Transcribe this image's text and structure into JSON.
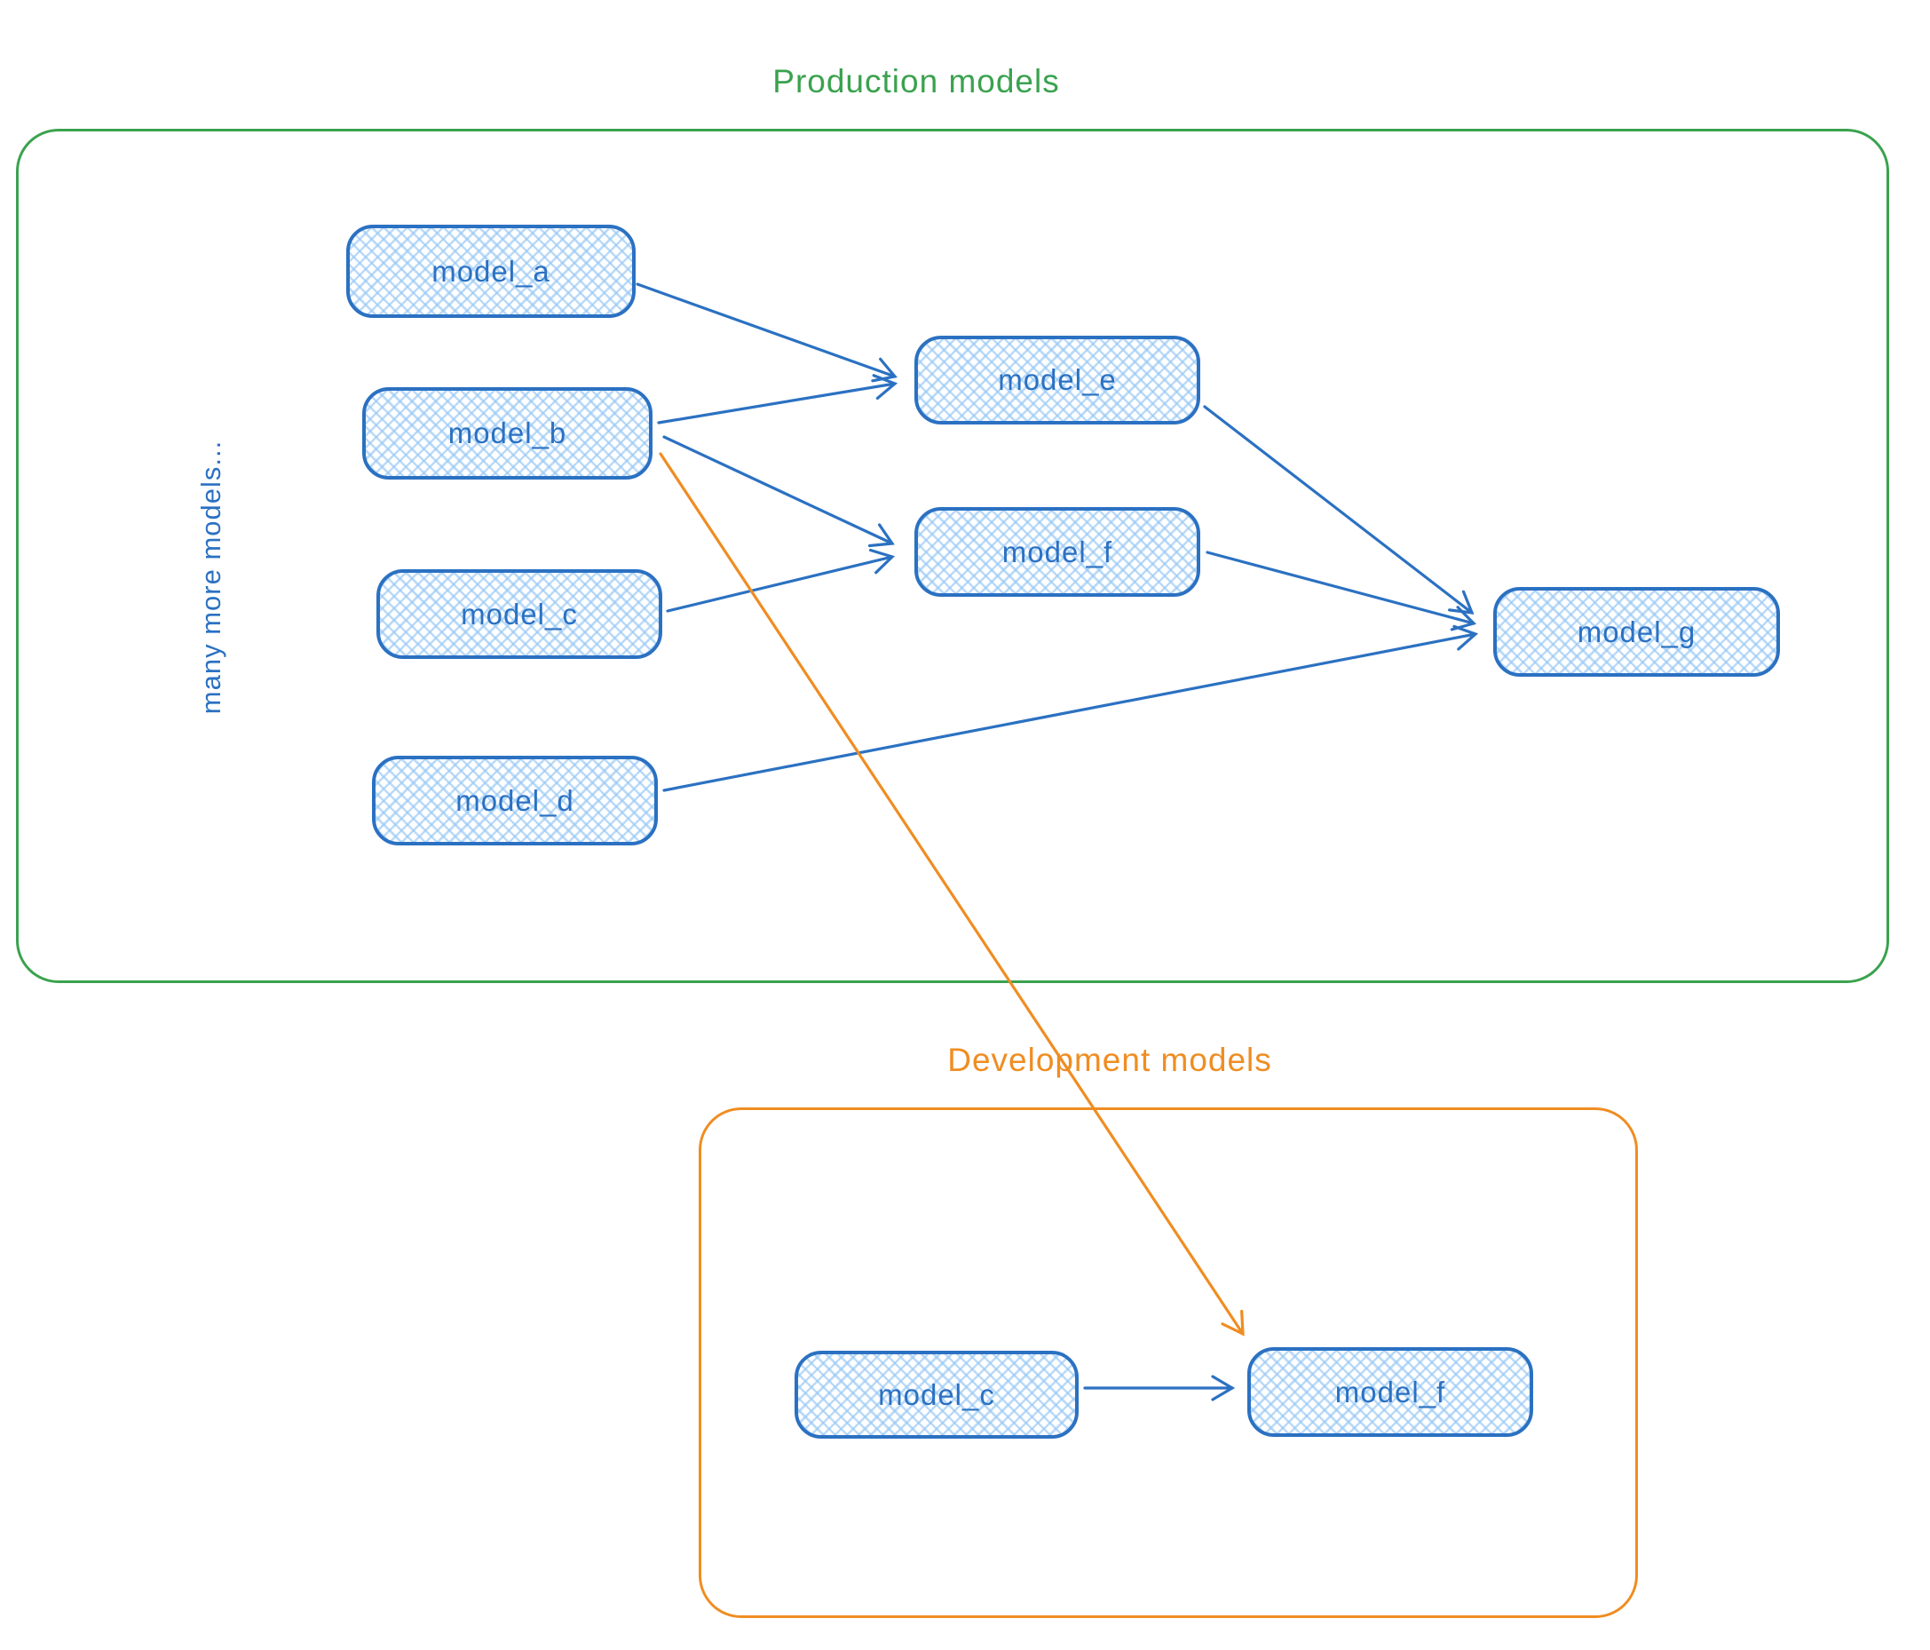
{
  "diagram": {
    "colors": {
      "blue": "#2b71c2",
      "green": "#3aa24e",
      "orange": "#ef8d22"
    },
    "production": {
      "title": "Production models",
      "side_note": "many more models...",
      "nodes": {
        "model_a": {
          "label": "model_a"
        },
        "model_b": {
          "label": "model_b"
        },
        "model_c": {
          "label": "model_c"
        },
        "model_d": {
          "label": "model_d"
        },
        "model_e": {
          "label": "model_e"
        },
        "model_f": {
          "label": "model_f"
        },
        "model_g": {
          "label": "model_g"
        }
      }
    },
    "development": {
      "title": "Development models",
      "nodes": {
        "model_c": {
          "label": "model_c"
        },
        "model_f": {
          "label": "model_f"
        }
      }
    },
    "edges": [
      {
        "id": "a-e",
        "from": "production.model_a",
        "to": "production.model_e",
        "color": "blue"
      },
      {
        "id": "b-e",
        "from": "production.model_b",
        "to": "production.model_e",
        "color": "blue"
      },
      {
        "id": "b-f",
        "from": "production.model_b",
        "to": "production.model_f",
        "color": "blue"
      },
      {
        "id": "c-f",
        "from": "production.model_c",
        "to": "production.model_f",
        "color": "blue"
      },
      {
        "id": "e-g",
        "from": "production.model_e",
        "to": "production.model_g",
        "color": "blue"
      },
      {
        "id": "f-g",
        "from": "production.model_f",
        "to": "production.model_g",
        "color": "blue"
      },
      {
        "id": "d-g",
        "from": "production.model_d",
        "to": "production.model_g",
        "color": "blue"
      },
      {
        "id": "devc-devf",
        "from": "development.model_c",
        "to": "development.model_f",
        "color": "blue"
      },
      {
        "id": "b-devf",
        "from": "production.model_b",
        "to": "development.model_f",
        "color": "orange"
      }
    ]
  }
}
